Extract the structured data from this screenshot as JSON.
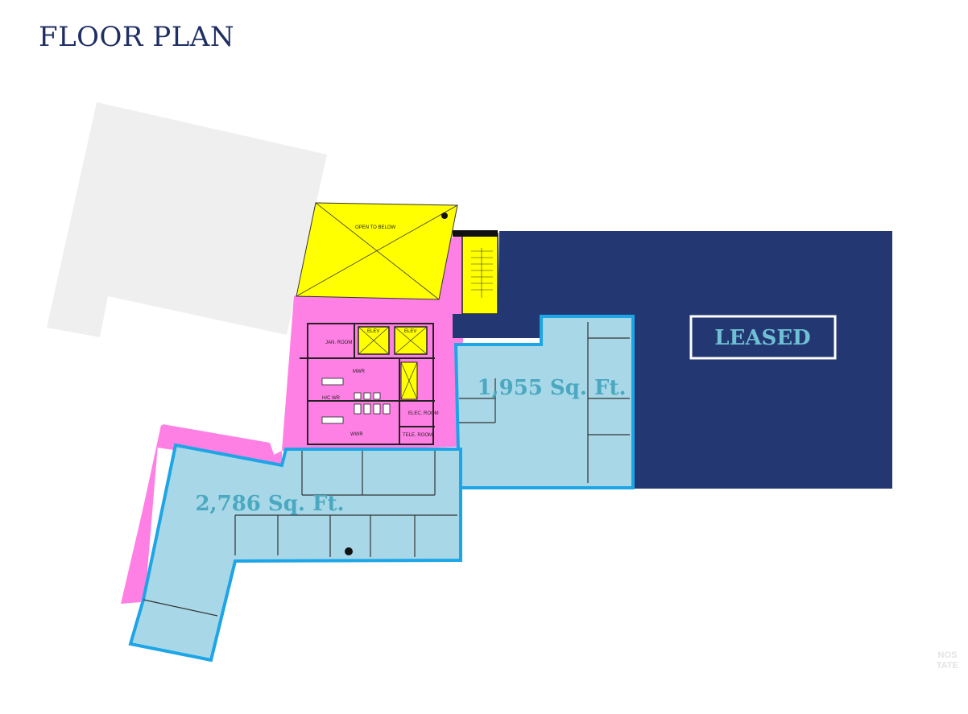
{
  "page": {
    "title": "FLOOR PLAN"
  },
  "colors": {
    "title": "#1f2f63",
    "leased": "#233872",
    "available": "#a8d8e8",
    "available_border": "#1ea5e6",
    "common_area": "#ff80e4",
    "core": "#ffff00",
    "adjacent_building": "#efefef"
  },
  "plan": {
    "suite_a": {
      "area_label": "2,786 Sq. Ft."
    },
    "suite_b": {
      "area_label": "1,955 Sq. Ft."
    },
    "leased": {
      "label": "LEASED"
    },
    "rooms": {
      "open_to_below": "OPEN TO BELOW",
      "elev_1": "ELEV",
      "elev_2": "ELEV",
      "jan_room": "JAN. ROOM",
      "mwr": "MWR",
      "wwr": "WWR",
      "hc_wr": "H/C WR",
      "elec_room": "ELEC. ROOM",
      "tele_room": "TELE. ROOM"
    }
  },
  "watermark": {
    "line1": "NOS",
    "line2": "TATE"
  }
}
